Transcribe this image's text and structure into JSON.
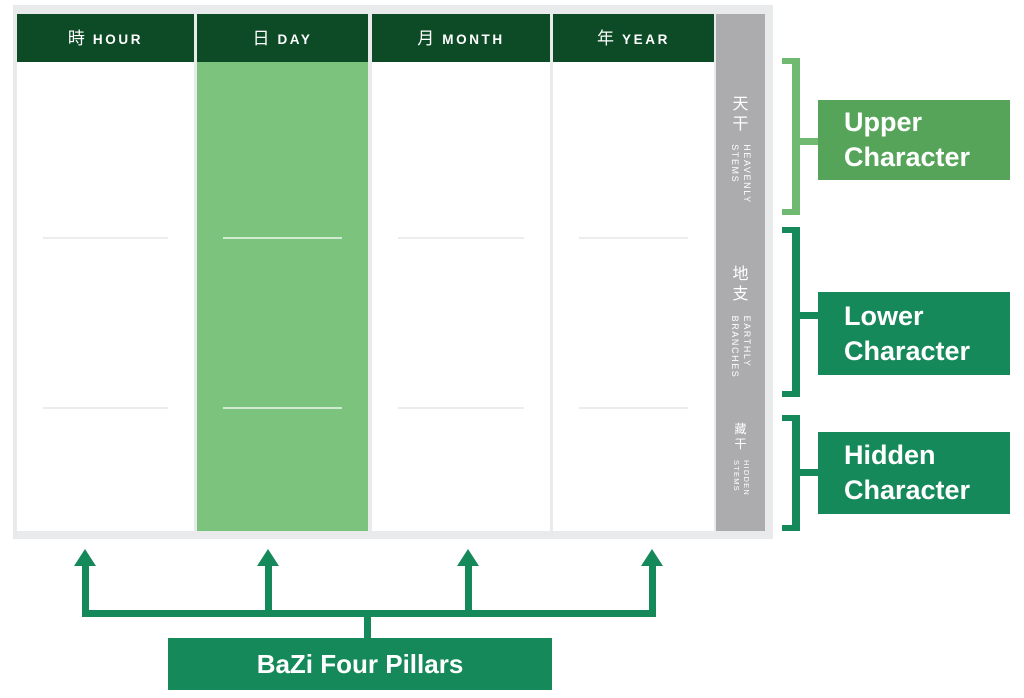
{
  "pillars": [
    {
      "cn": "時",
      "en": "HOUR"
    },
    {
      "cn": "日",
      "en": "DAY"
    },
    {
      "cn": "月",
      "en": "MONTH"
    },
    {
      "cn": "年",
      "en": "YEAR"
    }
  ],
  "rail": [
    {
      "cn1": "天",
      "cn2": "干",
      "en1": "HEAVENLY",
      "en2": "STEMS"
    },
    {
      "cn1": "地",
      "cn2": "支",
      "en1": "EARTHLY",
      "en2": "BRANCHES"
    },
    {
      "cn1": "藏",
      "cn2": "干",
      "en1": "HIDDEN",
      "en2": "STEMS"
    }
  ],
  "labels": [
    {
      "line1": "Upper",
      "line2": "Character"
    },
    {
      "line1": "Lower",
      "line2": "Character"
    },
    {
      "line1": "Hidden",
      "line2": "Character"
    }
  ],
  "footer": {
    "label": "BaZi Four Pillars"
  },
  "colors": {
    "header_green": "#0D4B27",
    "day_highlight_green": "#7CC47E",
    "upper_label_green": "#56A45A",
    "upper_bracket_green": "#6FB971",
    "deep_green": "#15895A",
    "rail_gray": "#ACACAE",
    "frame_gray": "#E9EAEC"
  }
}
